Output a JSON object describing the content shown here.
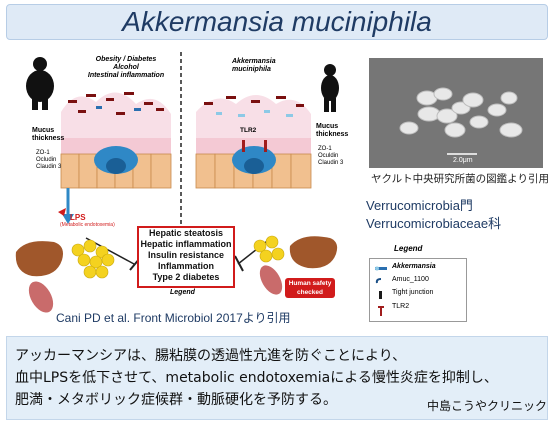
{
  "title": "Akkermansia muciniphila",
  "left_panel": {
    "heading_lines": [
      "Obesity / Diabetes",
      "Alcohol",
      "Intestinal inflammation"
    ],
    "mucus_label": "Mucus thickness",
    "tight_junction_labels": [
      "ZO-1",
      "Ocludin",
      "Claudin 3"
    ],
    "lps_label": "LPS",
    "lps_sub": "(Metabolic endotoxemia)"
  },
  "right_panel": {
    "heading_lines": [
      "Akkermansia",
      "muciniphila"
    ],
    "tlr2_label": "TLR2",
    "mucus_label": "Mucus thickness",
    "tight_junction_labels": [
      "ZO-1",
      "Oculdin",
      "Claudin 3"
    ]
  },
  "effects_box": [
    "Hepatic steatosis",
    "Hepatic inflammation",
    "Insulin resistance",
    "Inflammation",
    "Type 2 diabetes"
  ],
  "figure_legend_label": "Legend",
  "safety_label": "Human safety checked",
  "citation": "Cani PD et al. Front Microbiol 2017より引用",
  "micrograph": {
    "scale": "2.0μm",
    "credit": "ヤクルト中央研究所菌の図鑑より引用"
  },
  "taxonomy": [
    "Verrucomicrobia門",
    "Verrucomicrobiaceae科"
  ],
  "legend": {
    "title": "Legend",
    "items": [
      "Akkermansia",
      "Amuc_1100",
      "Tight junction",
      "TLR2"
    ]
  },
  "summary": [
    "アッカーマンシアは、腸粘膜の透過性亢進を防ぐことにより、",
    "血中LPSを低下させて、metabolic endotoxemiaによる慢性炎症を抑制し、",
    "肥満・メタボリック症候群・動脈硬化を予防する。"
  ],
  "clinic": "中島こうやクリニック",
  "colors": {
    "accent_red": "#d11b1b",
    "banner": "#dfeaf6",
    "title": "#1f3b64",
    "summary_bg": "#e3eef8"
  }
}
